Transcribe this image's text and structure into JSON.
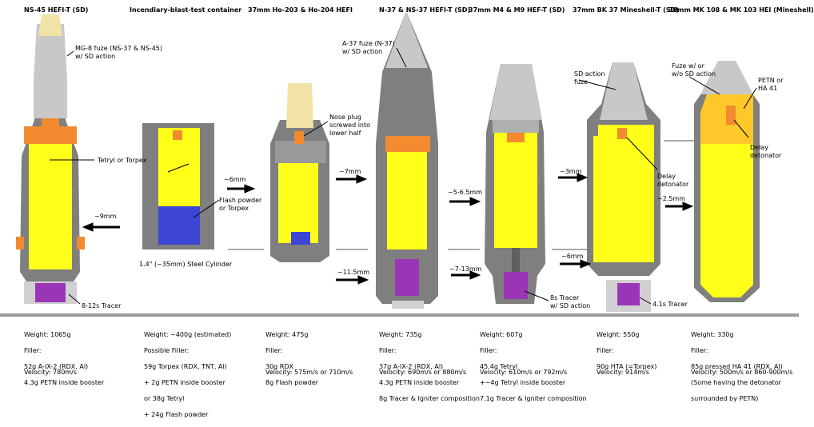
{
  "colors": {
    "body": "#7f7f7f",
    "body_dark": "#5f5f5f",
    "fuze": "#c8c8c8",
    "fuze_tip": "#f1e3a6",
    "filler": "#ffff1a",
    "booster": "#f28a30",
    "flash": "#3d46d4",
    "tracer": "#9a36b6",
    "tracer_case": "#d0d0d0",
    "ground": "#9a9a9a"
  },
  "columns": [
    {
      "id": "ns45",
      "title": "NS-45 HEFI-T (SD)",
      "labels": [
        "MG-8 fuze (NS-37 & NS-45)",
        "w/ SD action",
        "Tetryl or Torpex",
        "~9mm",
        "8-12s Tracer"
      ],
      "spec": [
        "Weight: 1065g",
        "Filler:",
        "52g A-IX-2 (RDX, Al)",
        "4.3g PETN inside booster"
      ],
      "velocity": "Velocity: 780m/s"
    },
    {
      "id": "container",
      "title": "Incendiary-blast-test container",
      "labels": [
        "~6mm",
        "Flash powder",
        "or Torpex",
        "1.4\" (~35mm) Steel Cylinder"
      ],
      "spec": [
        "Weight: ~400g (estimated)",
        "Possible Filler:",
        "59g Torpex (RDX, TNT, Al)",
        "+ 2g PETN inside booster",
        "or 38g Tetryl",
        "+ 24g Flash powder"
      ],
      "velocity": ""
    },
    {
      "id": "ho203",
      "title": "37mm Ho-203 & Ho-204 HEFI",
      "labels": [
        "Nose plug",
        "screwed into",
        "lower half",
        "~7mm",
        "~11.5mm"
      ],
      "spec": [
        "Weight: 475g",
        "Filler:",
        "30g RDX",
        "8g Flash powder"
      ],
      "velocity": "Velocity: 575m/s or 710m/s"
    },
    {
      "id": "n37",
      "title": "N-37 & NS-37 HEFI-T (SD)",
      "labels": [
        "A-37 fuze (N-37)",
        "w/ SD action",
        "~5-6.5mm",
        "~7-13mm"
      ],
      "spec": [
        "Weight: 735g",
        "Filler:",
        "37g A-IX-2 (RDX, Al)",
        "4.3g PETN inside booster",
        "8g Tracer & Igniter composition"
      ],
      "velocity": "Velocity: 690m/s or 880m/s"
    },
    {
      "id": "m4",
      "title": "37mm  M4 & M9 HEF-T (SD)",
      "labels": [
        "~3mm",
        "~6mm",
        "8s Tracer",
        "w/ SD action"
      ],
      "spec": [
        "Weight: 607g",
        "Filler:",
        "45.4g Tetryl",
        " +~4g Tetryl inside booster",
        "7.1g Tracer & Igniter composition"
      ],
      "velocity": "Velocity: 610m/s or 792m/s"
    },
    {
      "id": "bk37",
      "title": "37mm BK 37 Mineshell-T (SD)",
      "labels": [
        "SD action",
        "fuze",
        "Delay",
        "detonator",
        "~2.5mm",
        "4.1s Tracer"
      ],
      "spec": [
        "Weight: 550g",
        "Filler:",
        "90g HTA (=Torpex)"
      ],
      "velocity": "Velocity: 914m/s"
    },
    {
      "id": "mk108",
      "title": "30mm MK 108 & MK 103 HEI (Mineshell)",
      "labels": [
        "Fuze w/ or",
        "w/o SD action",
        "PETN or",
        "HA 41",
        "Delay",
        "detonator"
      ],
      "spec": [
        "Weight: 330g",
        "Filler:",
        "85g pressed HA 41 (RDX, Al)",
        "(Some having the detonator",
        "surrounded by PETN)"
      ],
      "velocity": "Velocity: 500m/s or 860-900m/s"
    }
  ]
}
